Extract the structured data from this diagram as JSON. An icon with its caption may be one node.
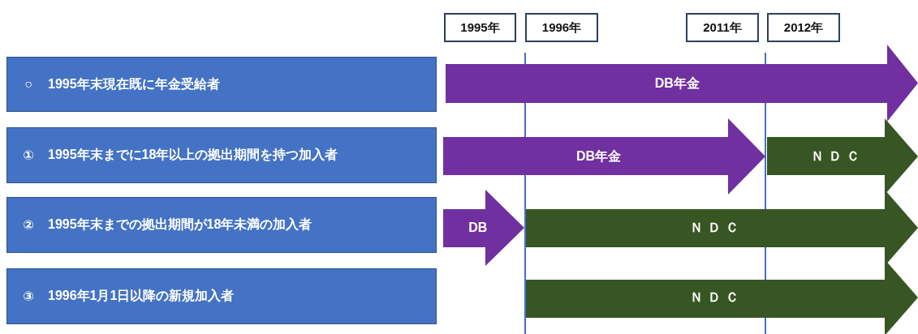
{
  "diagram": {
    "nodes": [
      {
        "text": [
          "1995年"
        ]
      },
      {
        "text": [
          "1996年"
        ]
      },
      {
        "text": [
          "2011年"
        ]
      },
      {
        "text": [
          "2012年"
        ]
      },
      {
        "text": [
          "○",
          "1995年末現在既に年金受給者"
        ]
      },
      {
        "text": [
          "①",
          "1995年末までに18年以上の拠出期間を持つ加入者"
        ]
      },
      {
        "text": [
          "②",
          "1995年末までの拠出期間が18年未満の加入者"
        ]
      },
      {
        "text": [
          "③",
          "1996年1月1日以降の新規加入者"
        ]
      },
      {
        "text": [
          "DB年金"
        ]
      },
      {
        "text": [
          "DB年金"
        ]
      },
      {
        "text": [
          "ＮＤＣ"
        ]
      },
      {
        "text": [
          "DB"
        ]
      },
      {
        "text": [
          "ＮＤＣ"
        ]
      },
      {
        "text": [
          "ＮＤＣ"
        ]
      }
    ],
    "edges": []
  }
}
